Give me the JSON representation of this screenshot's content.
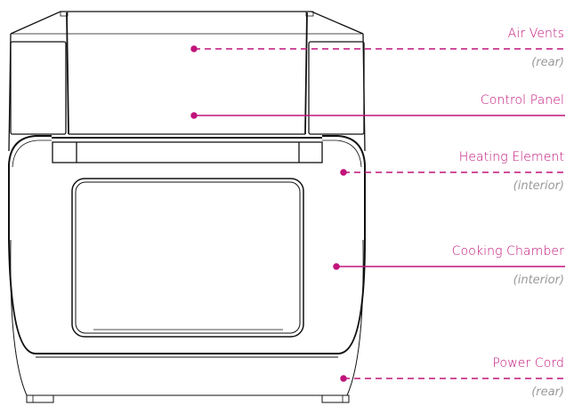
{
  "accent_color": "#c0147a",
  "callouts": [
    {
      "label": "Air Vents",
      "note": "(rear)",
      "style": "dashed"
    },
    {
      "label": "Control Panel",
      "note": "",
      "style": "solid"
    },
    {
      "label": "Heating Element",
      "note": "(interior)",
      "style": "dashed"
    },
    {
      "label": "Cooking Chamber",
      "note": "(interior)",
      "style": "solid"
    },
    {
      "label": "Power Cord",
      "note": "(rear)",
      "style": "dashed"
    }
  ]
}
